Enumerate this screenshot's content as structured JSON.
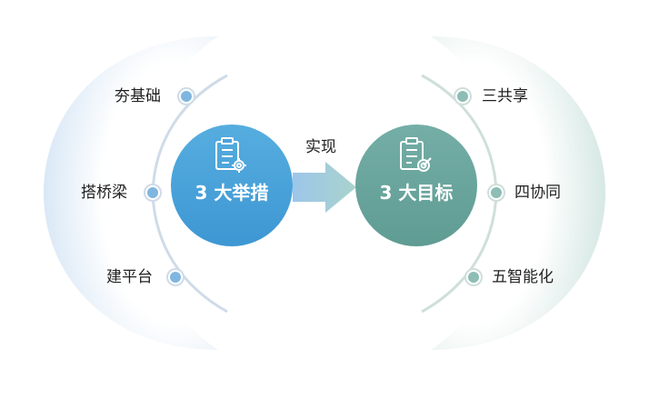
{
  "left": {
    "title": "3 大举措",
    "items": [
      "夯基础",
      "搭桥梁",
      "建平台"
    ]
  },
  "arrow_label": "实现",
  "right": {
    "title": "3 大目标",
    "items": [
      "三共享",
      "四协同",
      "五智能化"
    ]
  },
  "colors": {
    "left_circle": "#4aa3dc",
    "right_circle": "#6aa89f",
    "left_halo": "#e3eef8",
    "right_halo": "#e2eeeb",
    "left_node": "#7fb6df",
    "right_node": "#8dbdb5"
  },
  "icons": {
    "left": "clipboard-gear-icon",
    "right": "clipboard-target-icon"
  }
}
